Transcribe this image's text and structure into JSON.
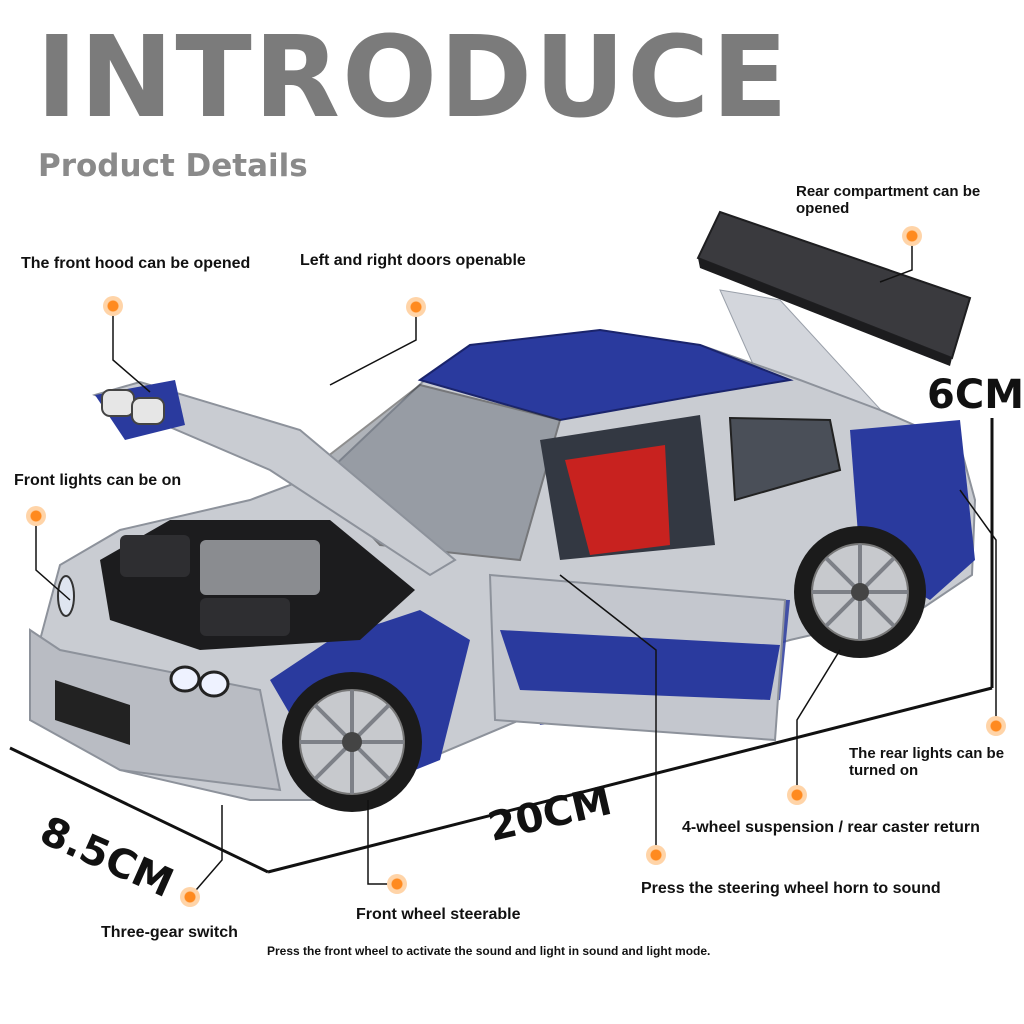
{
  "header": {
    "title": "INTRODUCE",
    "subtitle": "Product Details"
  },
  "features": {
    "front_hood": "The front hood can be opened",
    "doors": "Left and right doors openable",
    "rear_compartment": "Rear compartment can be opened",
    "front_lights": "Front lights can be on",
    "rear_lights": "The rear lights can be turned on",
    "suspension": "4-wheel suspension / rear caster return",
    "horn": "Press the steering wheel horn to sound",
    "front_wheel": "Front wheel steerable",
    "gear_switch": "Three-gear switch"
  },
  "dimensions": {
    "height": "6CM",
    "width": "8.5CM",
    "length": "20CM"
  },
  "footnote": "Press the front wheel to activate the sound and light in sound and light mode.",
  "colors": {
    "title": "#7b7b7b",
    "accent_dot": "#ff8a1f",
    "car_blue": "#2a3a9e",
    "car_silver": "#c9ccd2"
  }
}
